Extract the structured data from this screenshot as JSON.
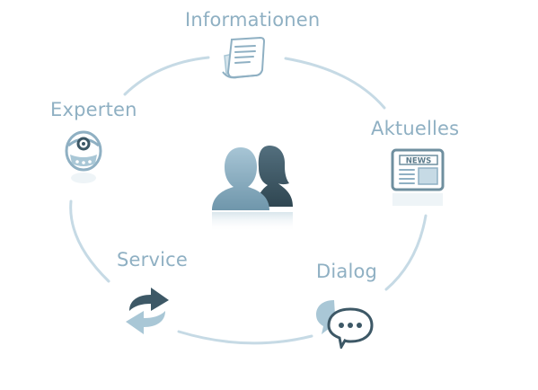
{
  "diagram": {
    "colors": {
      "ring": "#c6dae5",
      "label": "#8fb0c3",
      "icon_light": "#a9c7d6",
      "icon_dark": "#3d5866"
    },
    "center": {
      "icon": "people-icon"
    },
    "nodes": [
      {
        "key": "informationen",
        "label": "Informationen",
        "icon": "document-icon"
      },
      {
        "key": "aktuelles",
        "label": "Aktuelles",
        "icon": "newspaper-icon",
        "icon_text": "NEWS"
      },
      {
        "key": "dialog",
        "label": "Dialog",
        "icon": "speech-bubbles-icon"
      },
      {
        "key": "service",
        "label": "Service",
        "icon": "refresh-arrows-icon"
      },
      {
        "key": "experten",
        "label": "Experten",
        "icon": "doctor-icon"
      }
    ]
  }
}
